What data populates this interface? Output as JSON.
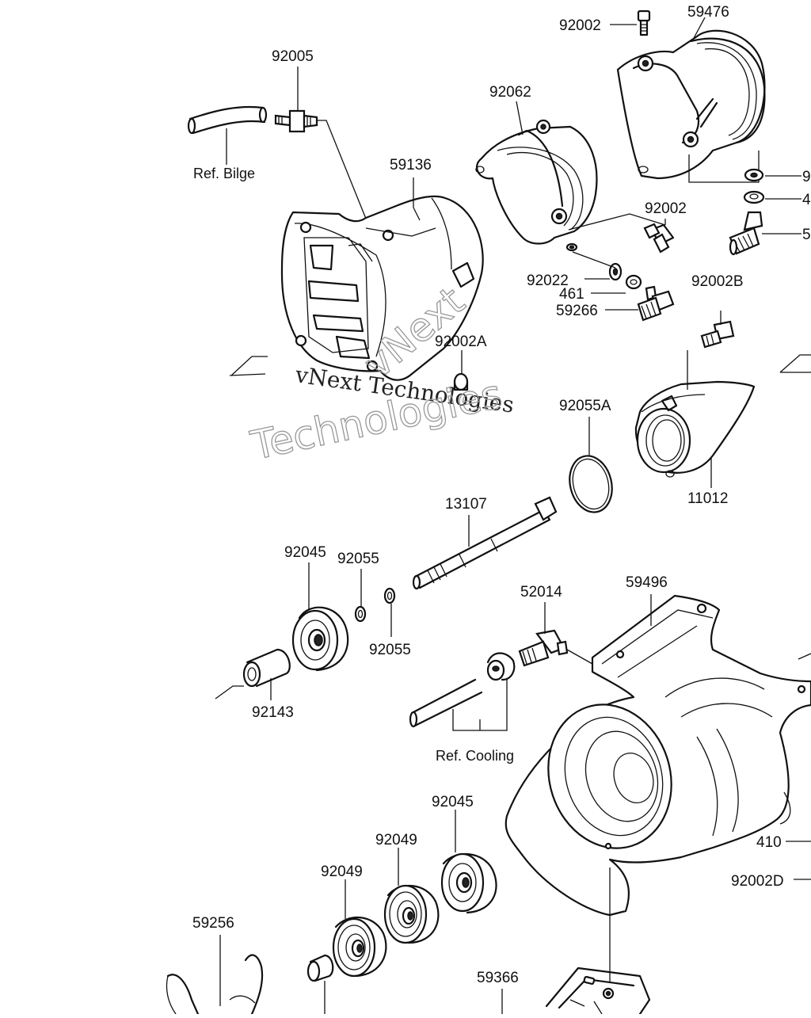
{
  "diagram": {
    "callouts": {
      "p92002_top": "92002",
      "p59476": "59476",
      "p92005": "92005",
      "p92062": "92062",
      "p59136": "59136",
      "p92002_mid": "92002",
      "p9_edge": "9",
      "p4_edge": "4",
      "p5_edge": "5",
      "p92022": "92022",
      "p461": "461",
      "p59266": "59266",
      "p92002B": "92002B",
      "p92002A": "92002A",
      "p92055A": "92055A",
      "p11012": "11012",
      "p13107": "13107",
      "p92045_a": "92045",
      "p92055_a": "92055",
      "p92055_b": "92055",
      "p52014": "52014",
      "p59496": "59496",
      "p92143": "92143",
      "p92045_b": "92045",
      "p92049_a": "92049",
      "p92049_b": "92049",
      "p410": "410",
      "p92002D": "92002D",
      "p59256": "59256",
      "p59366": "59366"
    },
    "references": {
      "bilge": "Ref. Bilge",
      "cooling": "Ref. Cooling"
    },
    "watermark": {
      "line1": "vNext Technologies",
      "line2": "vNext",
      "line3": "Technologies"
    }
  }
}
